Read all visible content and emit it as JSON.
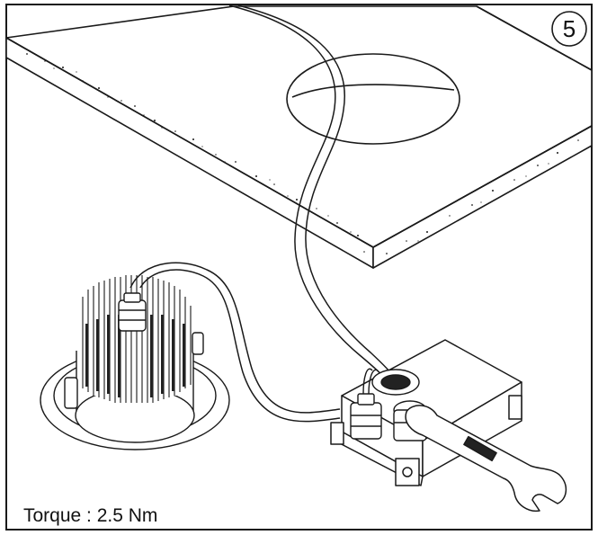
{
  "step": {
    "number": "5"
  },
  "caption": {
    "torque": "Torque : 2.5 Nm"
  },
  "colors": {
    "stroke": "#1a1a1a",
    "fill": "#ffffff",
    "speckle": "#1a1a1a",
    "dark": "#222222"
  },
  "icons": {
    "step_marker": "circled-number",
    "tool": "open-end-wrench"
  }
}
